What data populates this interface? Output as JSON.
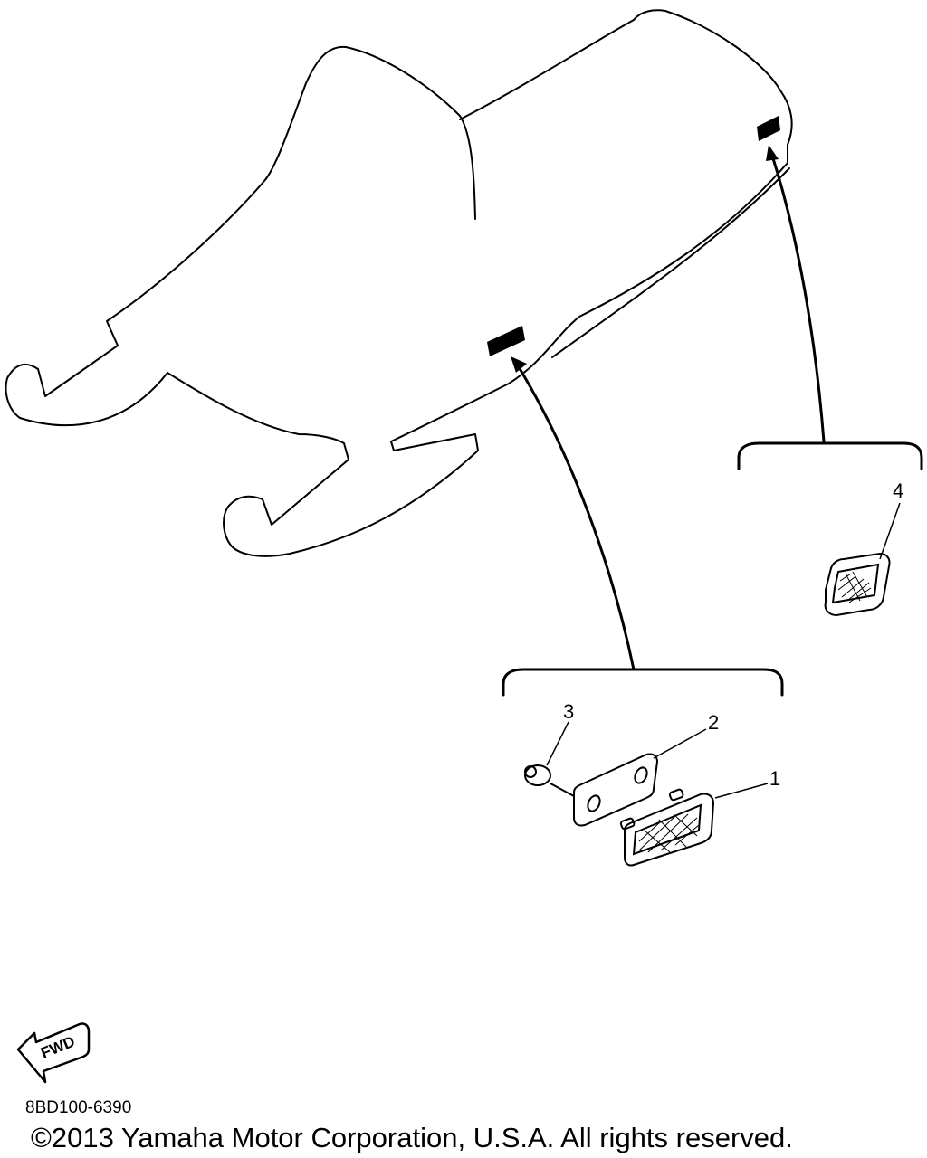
{
  "callouts": [
    {
      "id": "1",
      "text": "1"
    },
    {
      "id": "2",
      "text": "2"
    },
    {
      "id": "3",
      "text": "3"
    },
    {
      "id": "4",
      "text": "4"
    }
  ],
  "direction_marker": {
    "text": "FWD",
    "icon": "fwd-arrow-icon"
  },
  "reference_code": "8BD100-6390",
  "copyright": "©2013 Yamaha Motor Corporation, U.S.A. All rights reserved.",
  "colors": {
    "line": "#000000",
    "background": "#ffffff"
  }
}
